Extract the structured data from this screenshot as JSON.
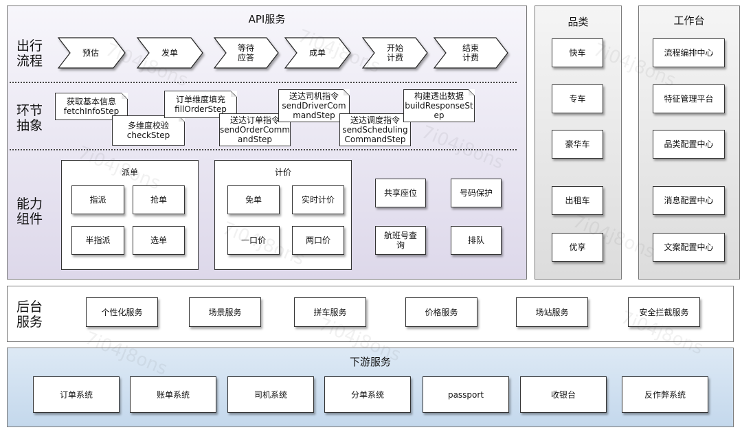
{
  "api": {
    "title": "API服务",
    "rows": {
      "flow": "出行\n流程",
      "abstract": "环节\n抽象",
      "components": "能力\n组件"
    },
    "flow_steps": [
      "预估",
      "发单",
      "等待\n应答",
      "成单",
      "开始\n计费",
      "结束\n计费"
    ],
    "steps": [
      "获取基本信息\nfetchInfoStep",
      "多维度校验\ncheckStep",
      "订单维度填充\nfillOrderStep",
      "送达订单指令\nsendOrderComm\nandStep",
      "送达司机指令\nsendDriverCom\nmandStep",
      "送达调度指令\nsendScheduling\nCommandStep",
      "构建透出数据\nbuildResponseSt\nep"
    ],
    "dispatch": {
      "title": "派单",
      "items": [
        "指派",
        "抢单",
        "半指派",
        "选单"
      ]
    },
    "pricing": {
      "title": "计价",
      "items": [
        "免单",
        "实时计价",
        "一口价",
        "两口价"
      ]
    },
    "others": [
      "共享座位",
      "号码保护",
      "航班号查\n询",
      "排队"
    ]
  },
  "category": {
    "title": "品类",
    "items": [
      "快车",
      "专车",
      "豪华车",
      "出租车",
      "优享"
    ]
  },
  "workbench": {
    "title": "工作台",
    "items": [
      "流程编排中心",
      "特征管理平台",
      "品类配置中心",
      "消息配置中心",
      "文案配置中心"
    ]
  },
  "backend": {
    "label": "后台\n服务",
    "items": [
      "个性化服务",
      "场景服务",
      "拼车服务",
      "价格服务",
      "场站服务",
      "安全拦截服务"
    ]
  },
  "downstream": {
    "title": "下游服务",
    "items": [
      "订单系统",
      "账单系统",
      "司机系统",
      "分单系统",
      "passport",
      "收银台",
      "反作弊系统"
    ]
  },
  "watermark": "7i04j8ons",
  "colors": {
    "api_top": "#f7f6fb",
    "api_bottom": "#ddd8ea",
    "side_top": "#f5f5f5",
    "side_bottom": "#dcdcdc",
    "downstream_top": "#dde9f5",
    "downstream_bottom": "#c4d8ec"
  }
}
